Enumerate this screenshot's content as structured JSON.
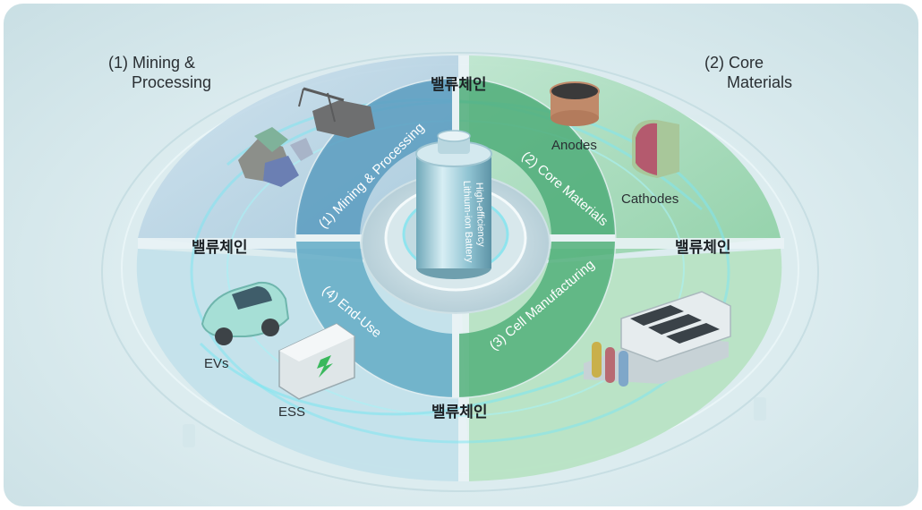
{
  "labels": {
    "mining_corner_line1": "(1) Mining &",
    "mining_corner_line2": "Processing",
    "materials_corner_line1": "(2) Core",
    "materials_corner_line2": "Materials",
    "value_chain_top": "밸류체인",
    "value_chain_left": "밸류체인",
    "value_chain_right": "밸류체인",
    "value_chain_bottom": "밸류체인",
    "ring_mining": "(1) Mining & Processing",
    "ring_materials": "(2) Core Materials",
    "ring_end_use": "(4) End-Use",
    "ring_cell": "(3) Cell Manufacturing",
    "battery_line1": "High-efficiency",
    "battery_line2": "Lithium-ion Battery",
    "anodes": "Anodes",
    "cathodes": "Cathodes",
    "evs": "EVs",
    "ess": "ESS"
  },
  "colors": {
    "quadrant_mining": "#b8d3e4",
    "quadrant_materials": "#a9dcc0",
    "quadrant_end_use": "#bcdfe8",
    "quadrant_cell": "#b2e0bf",
    "ring_blue": "#4f93b8",
    "ring_green": "#4aa771",
    "glow": "#7fe6f0"
  }
}
